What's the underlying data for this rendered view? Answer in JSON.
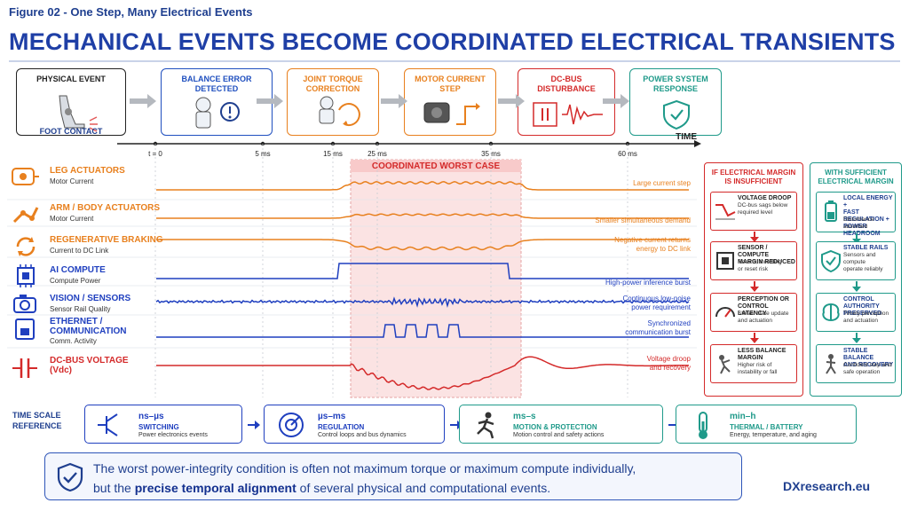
{
  "figure_label": "Figure 02 - One Step, Many Electrical Events",
  "title": "MECHANICAL EVENTS BECOME COORDINATED ELECTRICAL TRANSIENTS",
  "stages": [
    {
      "label": "PHYSICAL EVENT",
      "caption": "FOOT CONTACT",
      "icon": "robot-leg-icon",
      "color": "#222222"
    },
    {
      "label": "BALANCE ERROR\nDETECTED",
      "icon": "robot-alert-icon",
      "color": "#1f4fbf"
    },
    {
      "label": "JOINT TORQUE\nCORRECTION",
      "icon": "robot-joint-icon",
      "color": "#e8801e"
    },
    {
      "label": "MOTOR CURRENT\nSTEP",
      "icon": "motor-icon",
      "color": "#e8801e"
    },
    {
      "label": "DC-BUS\nDISTURBANCE",
      "icon": "capacitor-icon",
      "color": "#d42a2a"
    },
    {
      "label": "POWER SYSTEM\nRESPONSE",
      "icon": "shield-check-icon",
      "color": "#1f9a8a"
    }
  ],
  "timeline": {
    "axis_label": "TIME",
    "ticks": [
      {
        "label": "t = 0",
        "t": 0
      },
      {
        "label": "5 ms",
        "t": 5
      },
      {
        "label": "15 ms",
        "t": 15
      },
      {
        "label": "25 ms",
        "t": 25
      },
      {
        "label": "35 ms",
        "t": 35
      },
      {
        "label": "60 ms",
        "t": 60
      }
    ]
  },
  "worst_case_label": "COORDINATED WORST CASE",
  "rows": [
    {
      "name": "LEG ACTUATORS",
      "sub": "Motor Current",
      "note": "Large current step",
      "color": "#e8801e",
      "icon": "motor-icon"
    },
    {
      "name": "ARM / BODY ACTUATORS",
      "sub": "Motor Current",
      "note": "Smaller simultaneous demand",
      "color": "#e8801e",
      "icon": "robot-arm-icon"
    },
    {
      "name": "REGENERATIVE BRAKING",
      "sub": "Current to DC Link",
      "note": "Negative current returns\nenergy to DC link",
      "color": "#e8801e",
      "icon": "recycle-icon"
    },
    {
      "name": "AI COMPUTE",
      "sub": "Compute Power",
      "note": "High-power inference burst",
      "color": "#1f3fbf",
      "icon": "chip-icon"
    },
    {
      "name": "VISION / SENSORS",
      "sub": "Sensor Rail Quality",
      "note": "Continuous low-noise\npower requirement",
      "color": "#1f3fbf",
      "icon": "camera-icon"
    },
    {
      "name": "ETHERNET /\nCOMMUNICATION",
      "sub": "Comm. Activity",
      "note": "Synchronized\ncommunication burst",
      "color": "#1f3fbf",
      "icon": "ethernet-icon"
    },
    {
      "name": "DC-BUS VOLTAGE\n(Vdc)",
      "sub": "",
      "note": "Voltage droop\nand recovery",
      "color": "#d42a2a",
      "icon": "capacitor-icon"
    }
  ],
  "insufficient": {
    "title": "IF ELECTRICAL MARGIN\nIS INSUFFICIENT",
    "color": "#d42a2a",
    "items": [
      {
        "title": "VOLTAGE DROOP",
        "desc": "DC-bus sags below\nrequired level",
        "icon": "droop-chart-icon"
      },
      {
        "title": "SENSOR / COMPUTE\nMARGIN REDUCED",
        "desc": "Reruns, throttling\nor reset risk",
        "icon": "chip-icon"
      },
      {
        "title": "PERCEPTION OR\nCONTROL LATENCY",
        "desc": "Slower state update\nand actuation",
        "icon": "gauge-icon"
      },
      {
        "title": "LESS BALANCE\nMARGIN",
        "desc": "Higher risk of\ninstability or fall",
        "icon": "robot-fall-icon"
      }
    ]
  },
  "sufficient": {
    "title": "WITH SUFFICIENT\nELECTRICAL MARGIN",
    "color": "#1f9a8a",
    "items": [
      {
        "title": "LOCAL ENERGY +\nFAST REGULATION +\nPOWER HEADROOM",
        "desc": "Disturbance absorbed",
        "icon": "battery-icon"
      },
      {
        "title": "STABLE RAILS",
        "desc": "Sensors and compute\noperate reliably",
        "icon": "shield-check-icon"
      },
      {
        "title": "CONTROL AUTHORITY\nPRESERVED",
        "desc": "Timely perception\nand actuation",
        "icon": "brain-icon"
      },
      {
        "title": "STABLE BALANCE\nAND RECOVERY",
        "desc": "Confident step and\nsafe operation",
        "icon": "robot-walk-icon"
      }
    ]
  },
  "timescale": {
    "label": "TIME SCALE\nREFERENCE",
    "items": [
      {
        "range": "ns–µs",
        "name": "SWITCHING",
        "desc": "Power electronics events",
        "color": "#1f3fbf",
        "icon": "transistor-icon"
      },
      {
        "range": "µs–ms",
        "name": "REGULATION",
        "desc": "Control loops and bus dynamics",
        "color": "#1f3fbf",
        "icon": "target-icon"
      },
      {
        "range": "ms–s",
        "name": "MOTION & PROTECTION",
        "desc": "Motion control and safety actions",
        "color": "#1f9a8a",
        "icon": "runner-icon"
      },
      {
        "range": "min–h",
        "name": "THERMAL / BATTERY",
        "desc": "Energy, temperature, and aging",
        "color": "#1f9a8a",
        "icon": "thermometer-icon"
      }
    ]
  },
  "note": {
    "line1": "The worst power-integrity condition is often not maximum torque or maximum compute individually,",
    "line2_pre": "but the ",
    "line2_bold": "precise temporal alignment",
    "line2_post": " of several physical and computational events.",
    "icon": "shield-check-icon"
  },
  "brand": "DXresearch.eu"
}
